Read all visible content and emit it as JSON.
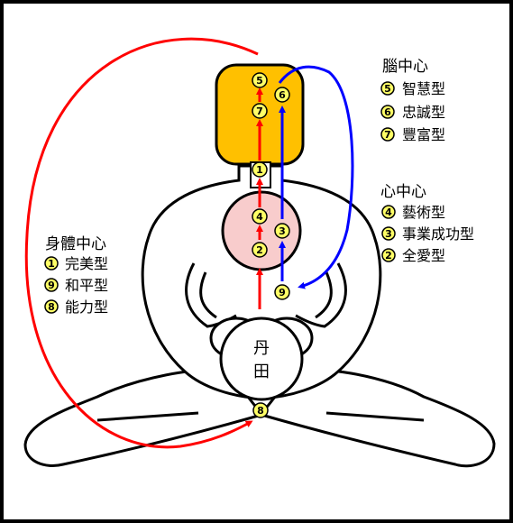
{
  "colors": {
    "background": "#ffffff",
    "frame": "#000000",
    "head_fill": "#ffc000",
    "heart_fill": "#f8cccc",
    "badge_fill": "#ffff66",
    "red_arrow": "#ff0000",
    "blue_arrow": "#0000ff"
  },
  "head_center": {
    "title": "腦中心",
    "items": [
      {
        "num": "5",
        "label": "智慧型"
      },
      {
        "num": "6",
        "label": "忠誠型"
      },
      {
        "num": "7",
        "label": "豐富型"
      }
    ]
  },
  "heart_center": {
    "title": "心中心",
    "items": [
      {
        "num": "4",
        "label": "藝術型"
      },
      {
        "num": "3",
        "label": "事業成功型"
      },
      {
        "num": "2",
        "label": "全愛型"
      }
    ]
  },
  "body_center": {
    "title": "身體中心",
    "items": [
      {
        "num": "1",
        "label": "完美型"
      },
      {
        "num": "9",
        "label": "和平型"
      },
      {
        "num": "8",
        "label": "能力型"
      }
    ]
  },
  "dantian": {
    "line1": "丹",
    "line2": "田"
  },
  "diagram_nodes": {
    "n5": "5",
    "n6": "6",
    "n7": "7",
    "n1": "1",
    "n4": "4",
    "n3": "3",
    "n2": "2",
    "n9": "9",
    "n8": "8"
  }
}
